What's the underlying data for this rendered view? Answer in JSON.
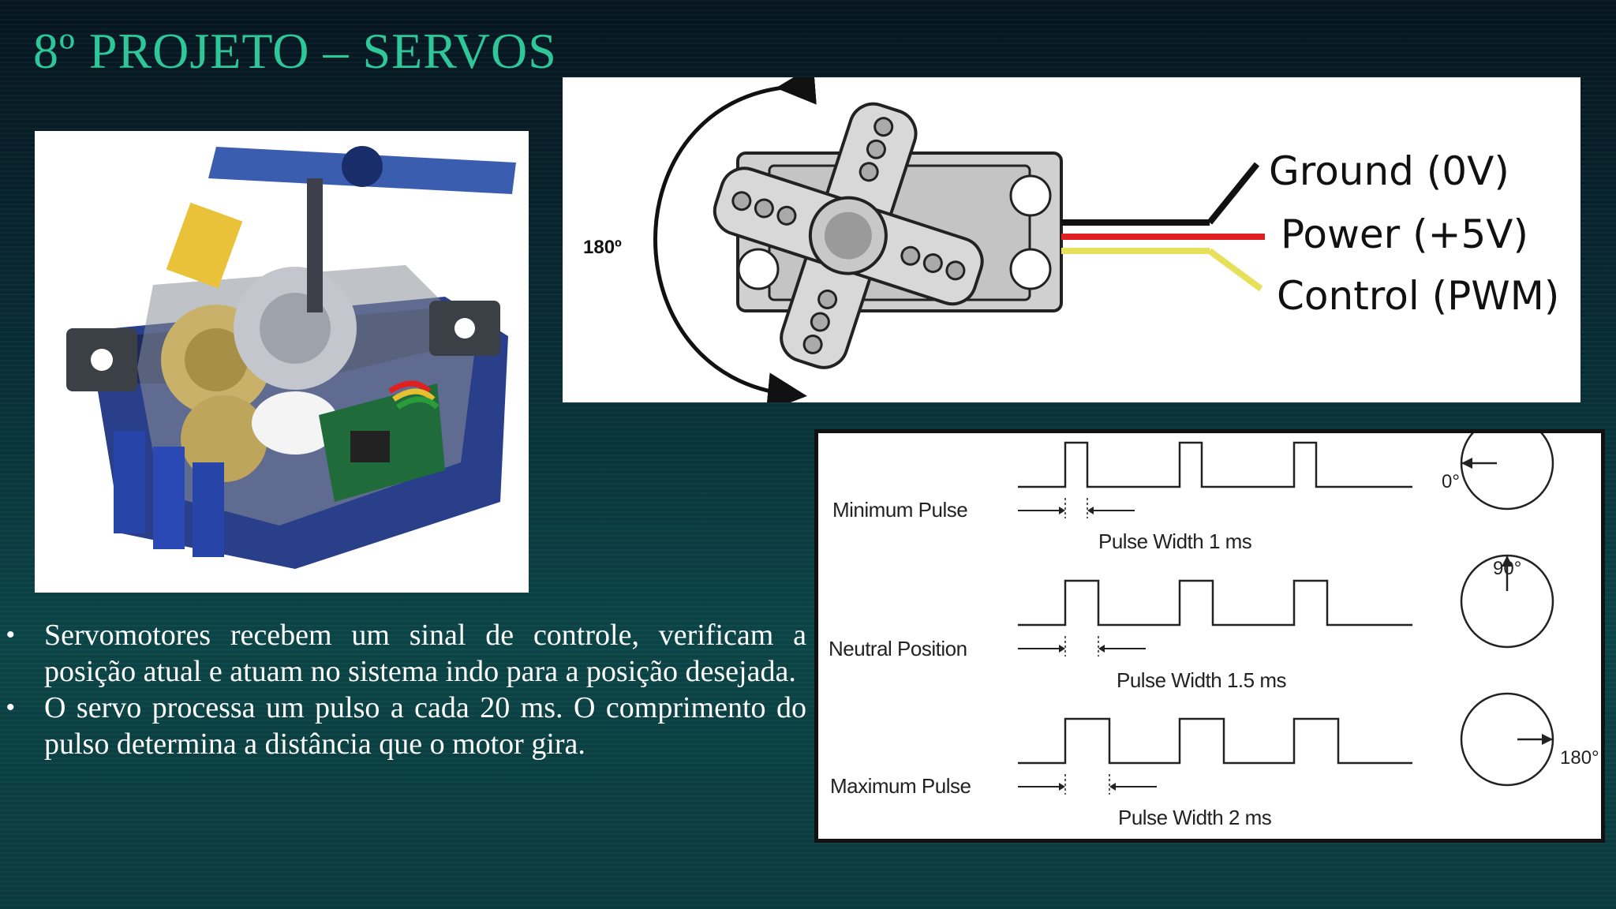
{
  "slide": {
    "title": "8º PROJETO – SERVOS"
  },
  "servo_diagram": {
    "angle": "180º",
    "wires": [
      {
        "label": "Ground (0V)",
        "color": "#111111"
      },
      {
        "label": "Power (+5V)",
        "color": "#e02020"
      },
      {
        "label": "Control (PWM)",
        "color": "#e6e05a"
      }
    ]
  },
  "pulse_diagram": {
    "rows": [
      {
        "label": "Minimum Pulse",
        "pulse_width": "Pulse Width 1 ms",
        "width_ms": 1,
        "angle": "0°",
        "angle_deg": 0
      },
      {
        "label": "Neutral Position",
        "pulse_width": "Pulse Width 1.5 ms",
        "width_ms": 1.5,
        "angle": "90°",
        "angle_deg": 90
      },
      {
        "label": "Maximum Pulse",
        "pulse_width": "Pulse Width 2 ms",
        "width_ms": 2,
        "angle": "180°",
        "angle_deg": 180
      }
    ]
  },
  "bullets": [
    {
      "marker": "•",
      "text": "Servomotores recebem um sinal de controle, verificam a posição atual e atuam no sistema indo para a posição desejada."
    },
    {
      "marker": "•",
      "text": "O servo processa um pulso a cada 20 ms. O comprimento do pulso determina a distância que o motor gira."
    }
  ],
  "colors": {
    "title": "#2ec79a",
    "servo_arm": "#3a5db0",
    "servo_body": "#2a3f8a"
  }
}
